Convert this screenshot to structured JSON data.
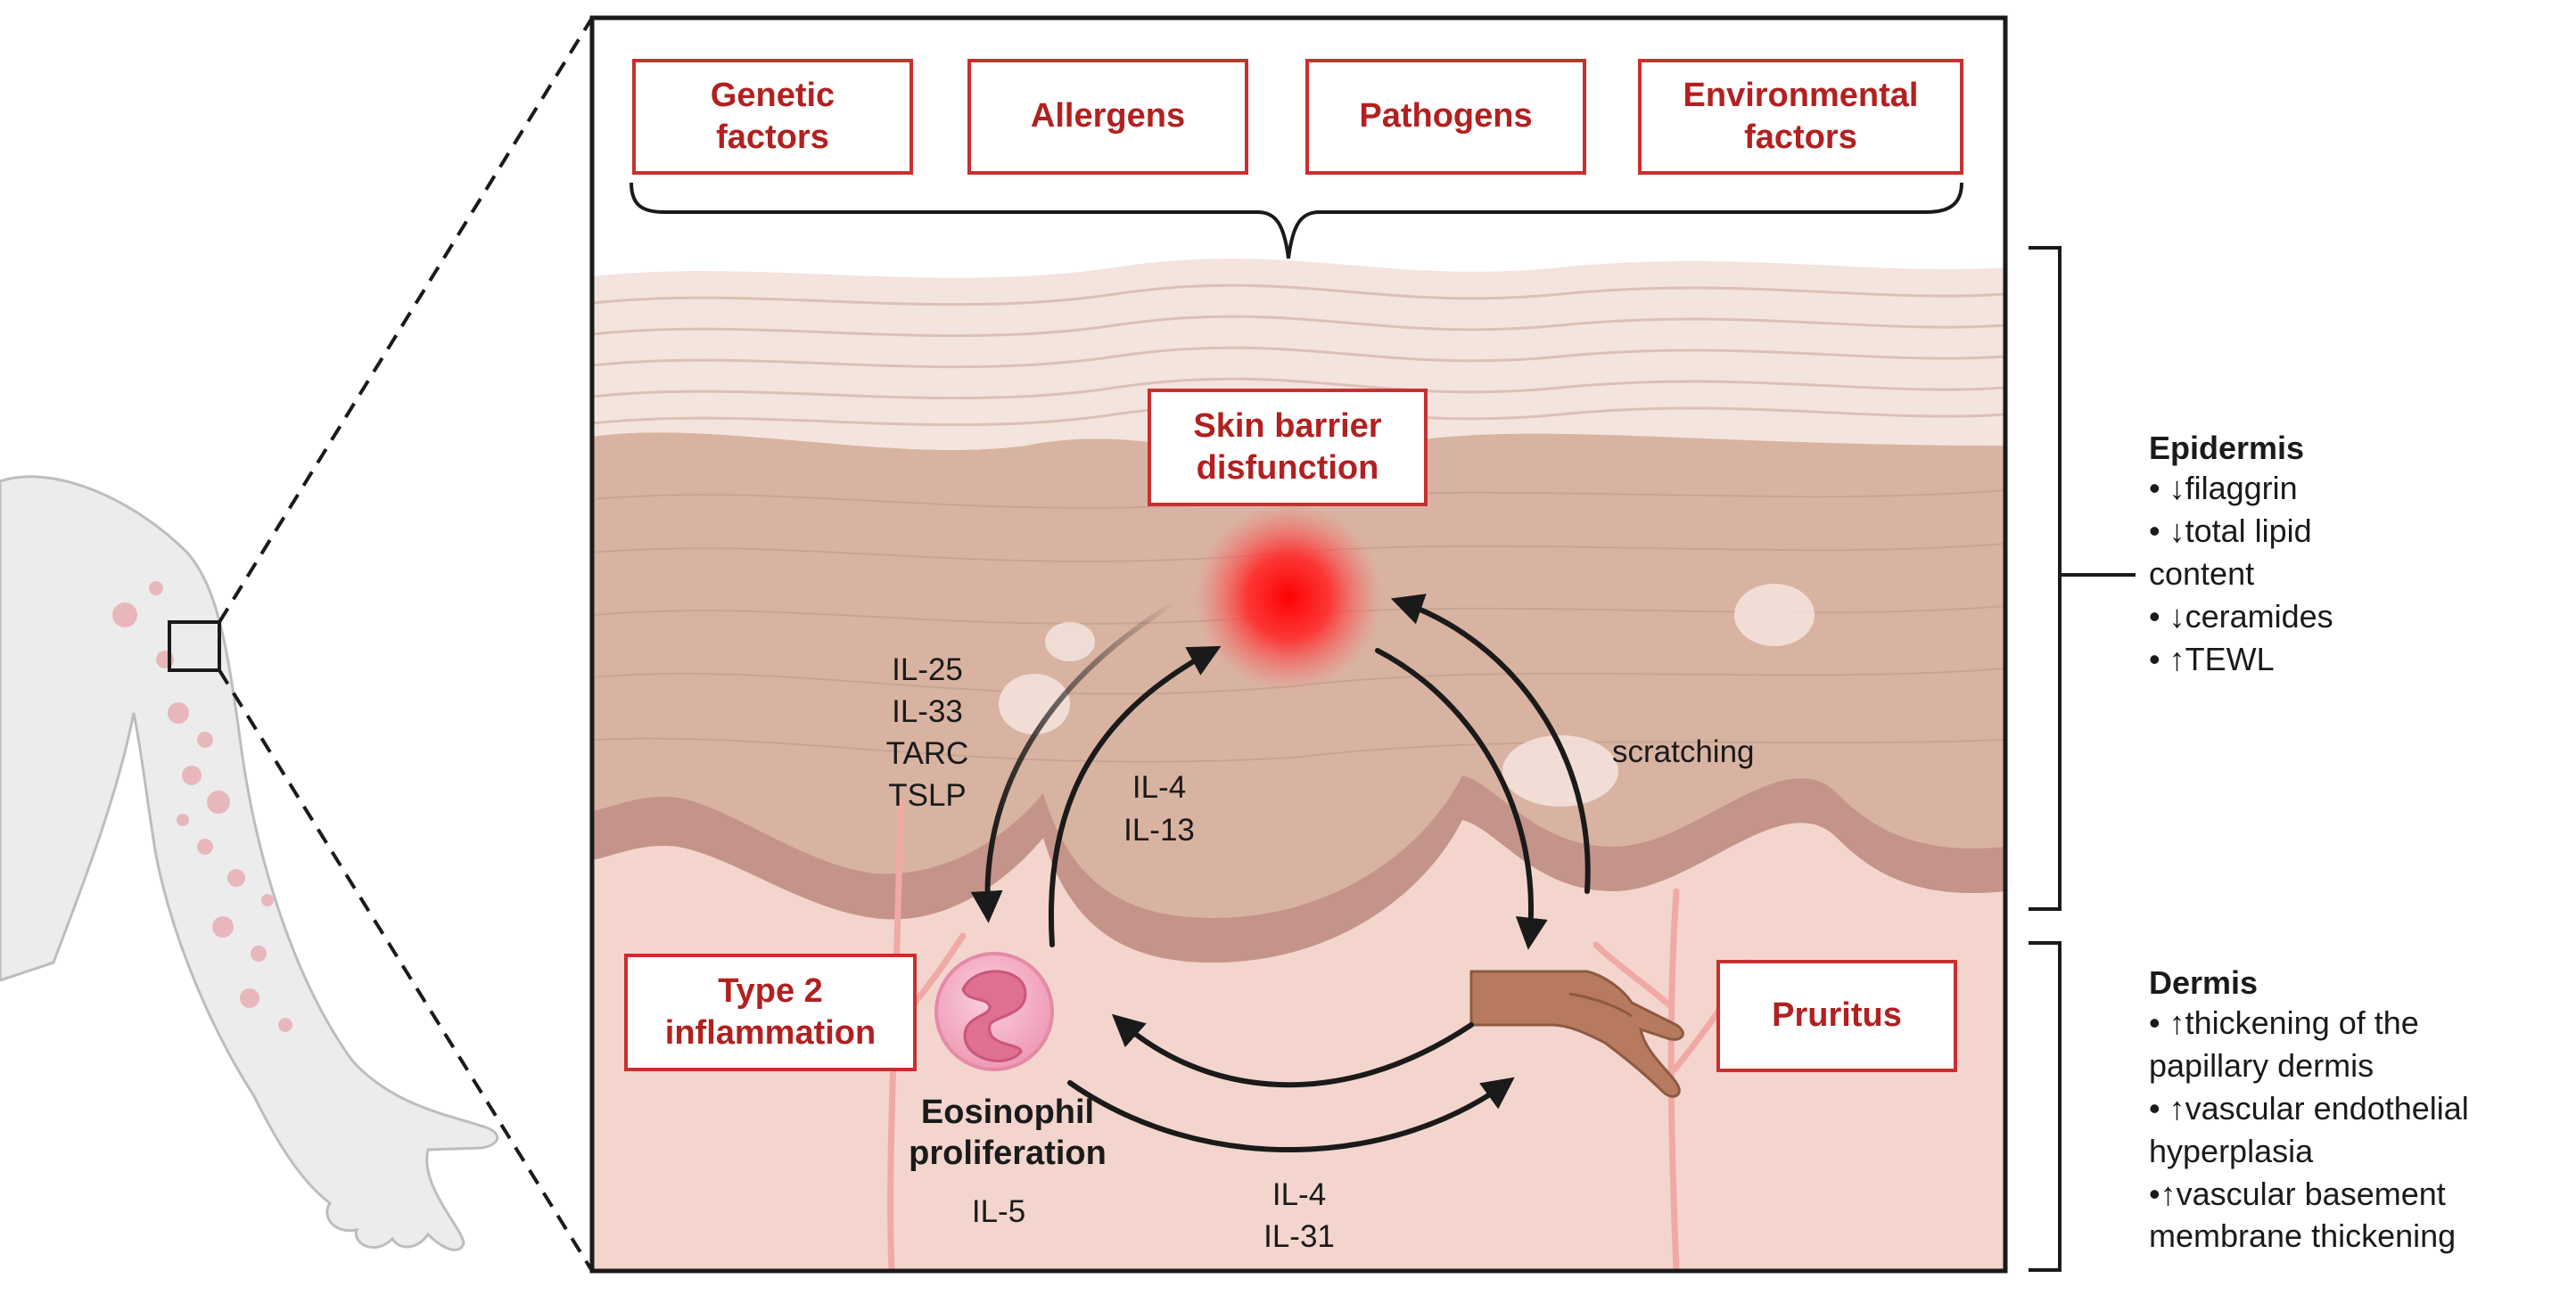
{
  "factors": [
    "Genetic\nfactors",
    "Allergens",
    "Pathogens",
    "Environmental\nfactors"
  ],
  "barrier_box": "Skin barrier\ndisfunction",
  "type2_box": "Type 2\ninflammation",
  "pruritus_box": "Pruritus",
  "cytokines_left": [
    "IL-25",
    "IL-33",
    "TARC",
    "TSLP"
  ],
  "cytokines_center": [
    "IL-4",
    "IL-13"
  ],
  "scratching": "scratching",
  "eosinophil": [
    "Eosinophil",
    "proliferation"
  ],
  "il5": "IL-5",
  "cytokines_bottom": [
    "IL-4",
    "IL-31"
  ],
  "epidermis": {
    "title": "Epidermis",
    "items": [
      "• ↓filaggrin",
      "• ↓total lipid",
      "content",
      "• ↓ceramides",
      "• ↑TEWL"
    ]
  },
  "dermis": {
    "title": "Dermis",
    "items": [
      "• ↑thickening of the",
      "papillary dermis",
      "• ↑vascular endothelial",
      "hyperplasia",
      "•↑vascular basement",
      "membrane thickening"
    ]
  },
  "colors": {
    "accent": "#c8302f",
    "skin": "#d9b3a3",
    "dermis": "#f2d3cc",
    "inflammation": "#ff1a1a"
  }
}
